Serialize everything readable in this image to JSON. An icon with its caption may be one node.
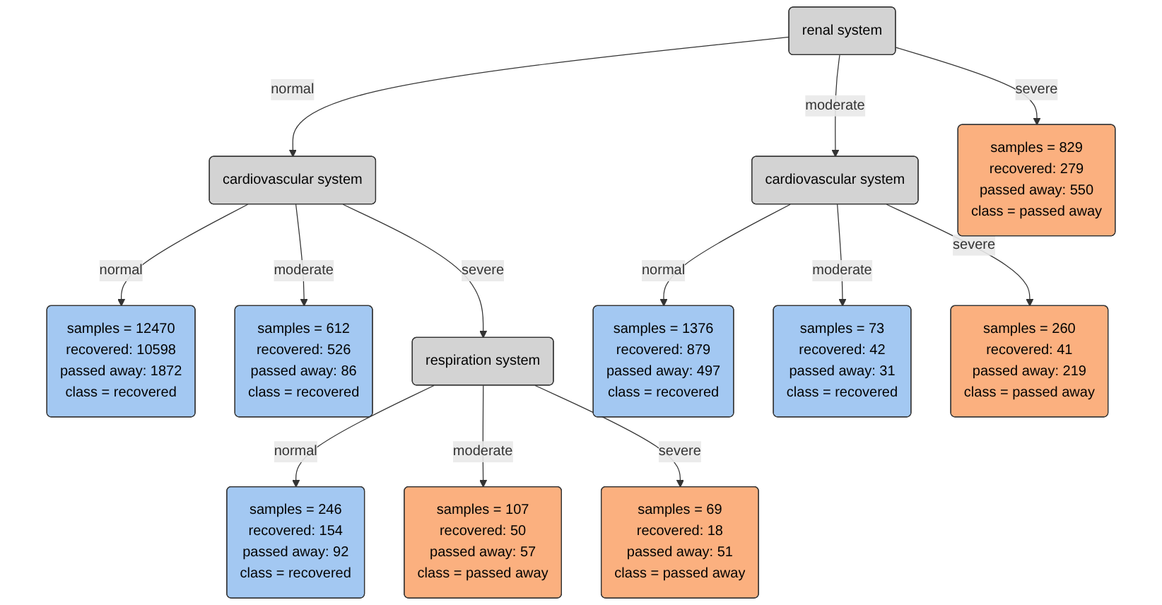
{
  "diagram": {
    "nodes": [
      {
        "text": [
          "renal system"
        ]
      },
      {
        "text": [
          "cardiovascular system"
        ]
      },
      {
        "text": [
          "cardiovascular system"
        ]
      },
      {
        "text": [
          "samples = 829",
          "recovered: 279",
          "passed away: 550",
          "class = passed away"
        ]
      },
      {
        "text": [
          "samples = 12470",
          "recovered: 10598",
          "passed away: 1872",
          "class = recovered"
        ]
      },
      {
        "text": [
          "samples = 612",
          "recovered: 526",
          "passed away: 86",
          "class = recovered"
        ]
      },
      {
        "text": [
          "respiration system"
        ]
      },
      {
        "text": [
          "samples = 1376",
          "recovered: 879",
          "passed away: 497",
          "class = recovered"
        ]
      },
      {
        "text": [
          "samples = 73",
          "recovered: 42",
          "passed away: 31",
          "class = recovered"
        ]
      },
      {
        "text": [
          "samples = 260",
          "recovered: 41",
          "passed away: 219",
          "class = passed away"
        ]
      },
      {
        "text": [
          "samples = 246",
          "recovered: 154",
          "passed away: 92",
          "class = recovered"
        ]
      },
      {
        "text": [
          "samples = 107",
          "recovered: 50",
          "passed away: 57",
          "class = passed away"
        ]
      },
      {
        "text": [
          "samples = 69",
          "recovered: 18",
          "passed away: 51",
          "class = passed away"
        ]
      }
    ],
    "edges": [
      {
        "from": 0,
        "to": 1,
        "arrow": "to",
        "label": "normal"
      },
      {
        "from": 0,
        "to": 2,
        "arrow": "to",
        "label": "moderate"
      },
      {
        "from": 0,
        "to": 3,
        "arrow": "to",
        "label": "severe"
      },
      {
        "from": 1,
        "to": 4,
        "arrow": "to",
        "label": "normal"
      },
      {
        "from": 1,
        "to": 5,
        "arrow": "to",
        "label": "moderate"
      },
      {
        "from": 1,
        "to": 6,
        "arrow": "to",
        "label": "severe"
      },
      {
        "from": 2,
        "to": 7,
        "arrow": "to",
        "label": "normal"
      },
      {
        "from": 2,
        "to": 8,
        "arrow": "to",
        "label": "moderate"
      },
      {
        "from": 2,
        "to": 9,
        "arrow": "to",
        "label": "severe"
      },
      {
        "from": 6,
        "to": 10,
        "arrow": "to",
        "label": "normal"
      },
      {
        "from": 6,
        "to": 11,
        "arrow": "to",
        "label": "moderate"
      },
      {
        "from": 6,
        "to": 12,
        "arrow": "to",
        "label": "severe"
      }
    ]
  }
}
